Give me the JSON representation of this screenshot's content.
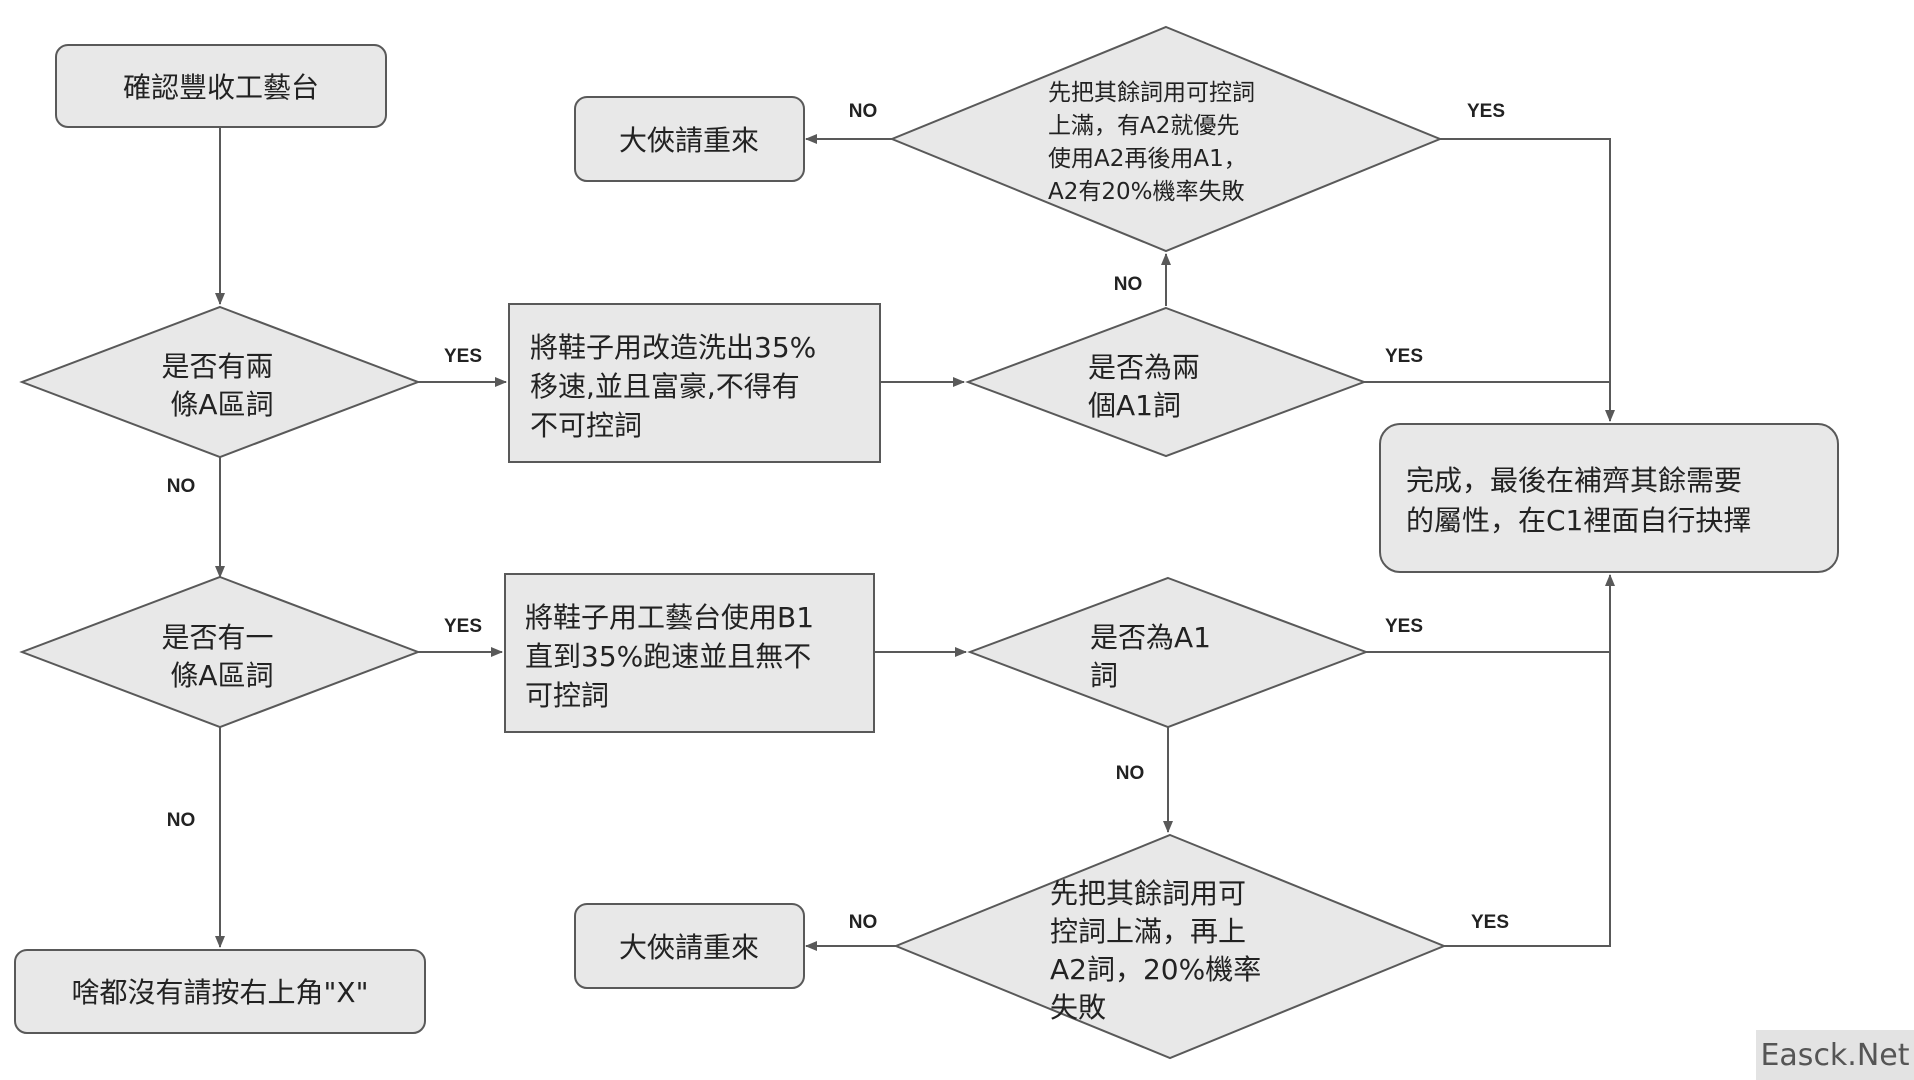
{
  "nodes": {
    "start": [
      "確認豐收工藝台"
    ],
    "q_two_a": [
      "是否有兩",
      "條A區詞"
    ],
    "proc_two": [
      "將鞋子用改造洗出35%",
      "移速,並且富豪,不得有",
      "不可控詞"
    ],
    "q_two_a1": [
      "是否為兩",
      "個A1詞"
    ],
    "q_fill_top": [
      "先把其餘詞用可控詞",
      "上滿，有A2就優先",
      "使用A2再後用A1，",
      "A2有20%機率失敗"
    ],
    "retry_top": [
      "大俠請重來"
    ],
    "done": [
      "完成，最後在補齊其餘需要",
      "的屬性，在C1裡面自行抉擇"
    ],
    "q_one_a": [
      "是否有一",
      "條A區詞"
    ],
    "proc_one": [
      "將鞋子用工藝台使用B1",
      "直到35%跑速並且無不",
      "可控詞"
    ],
    "q_a1": [
      "是否為A1",
      "詞"
    ],
    "q_fill_bottom": [
      "先把其餘詞用可",
      "控詞上滿，再上",
      "A2詞，20%機率",
      "失敗"
    ],
    "retry_bottom": [
      "大俠請重來"
    ],
    "nothing": [
      "啥都沒有請按右上角\"X\""
    ]
  },
  "labels": {
    "yes": "YES",
    "no": "NO"
  },
  "watermark": "Easck.Net"
}
